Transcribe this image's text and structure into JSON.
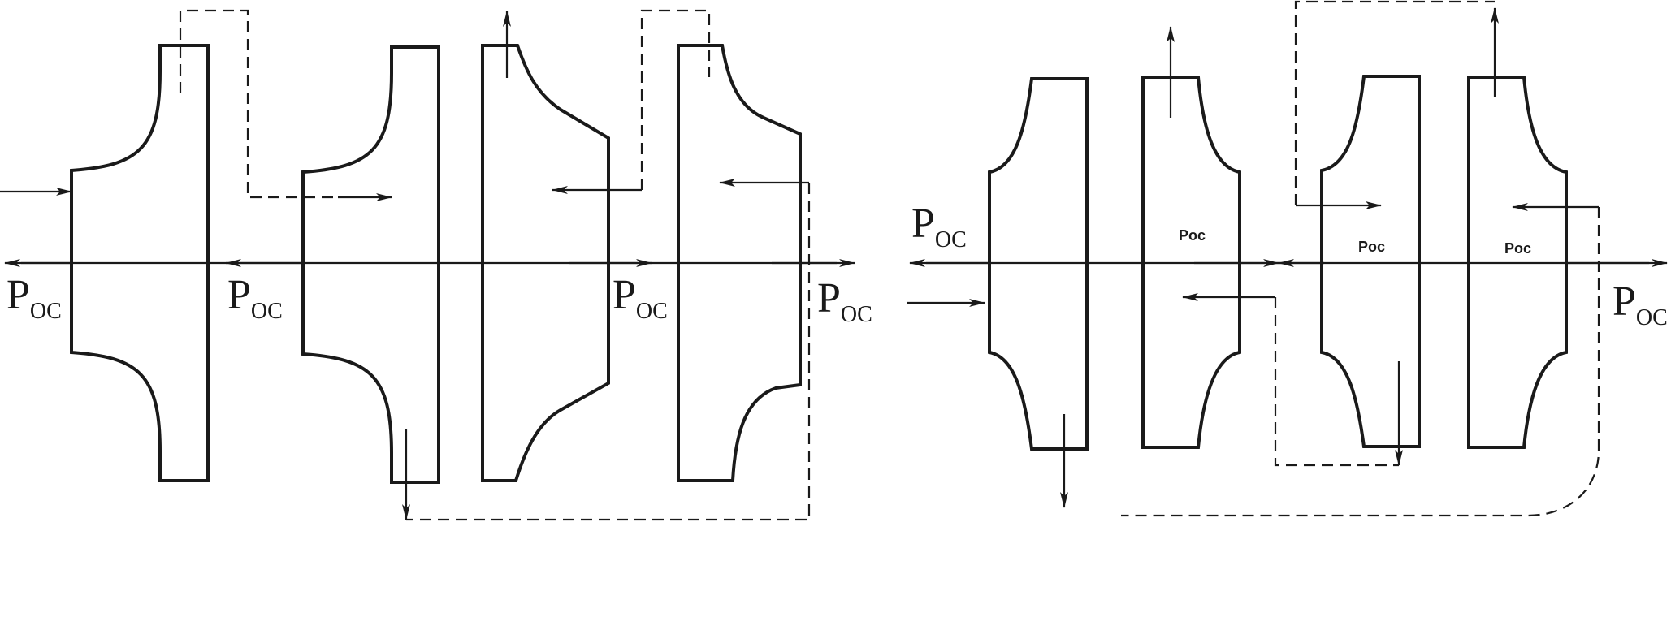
{
  "labels": {
    "force_main": "P",
    "force_sub": "OC",
    "force_small": "Poc"
  },
  "colors": {
    "line": "#1a1a1a",
    "background": "#ffffff"
  }
}
